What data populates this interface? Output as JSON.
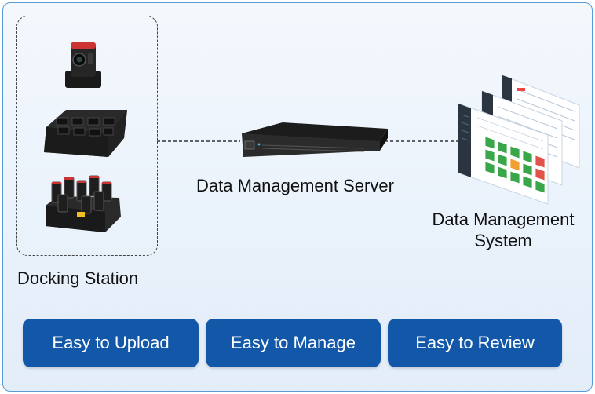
{
  "labels": {
    "docking_station": "Docking Station",
    "server": "Data Management Server",
    "system": "Data Management\nSystem"
  },
  "buttons": {
    "upload": "Easy to Upload",
    "manage": "Easy to Manage",
    "review": "Easy to Review"
  },
  "colors": {
    "frame_border": "#5b9bd5",
    "button_bg": "#1257a8",
    "button_text": "#ffffff",
    "tile_green": "#3aa64a",
    "tile_orange": "#f0a030",
    "tile_red": "#e0524a"
  }
}
